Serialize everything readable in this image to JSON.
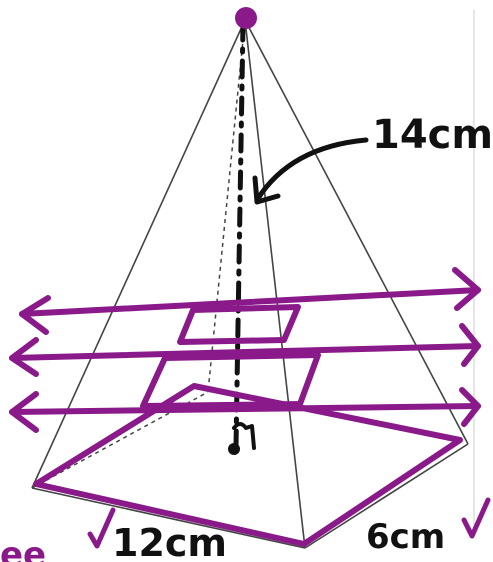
{
  "labels": {
    "height": "14cm",
    "base_length": "12cm",
    "base_width": "6cm",
    "corner_fragment": "ee"
  },
  "colors": {
    "ink": "#111111",
    "pencil": "#444444",
    "marker": "#8a1a8a",
    "edge_line": "#e6e6e6"
  }
}
